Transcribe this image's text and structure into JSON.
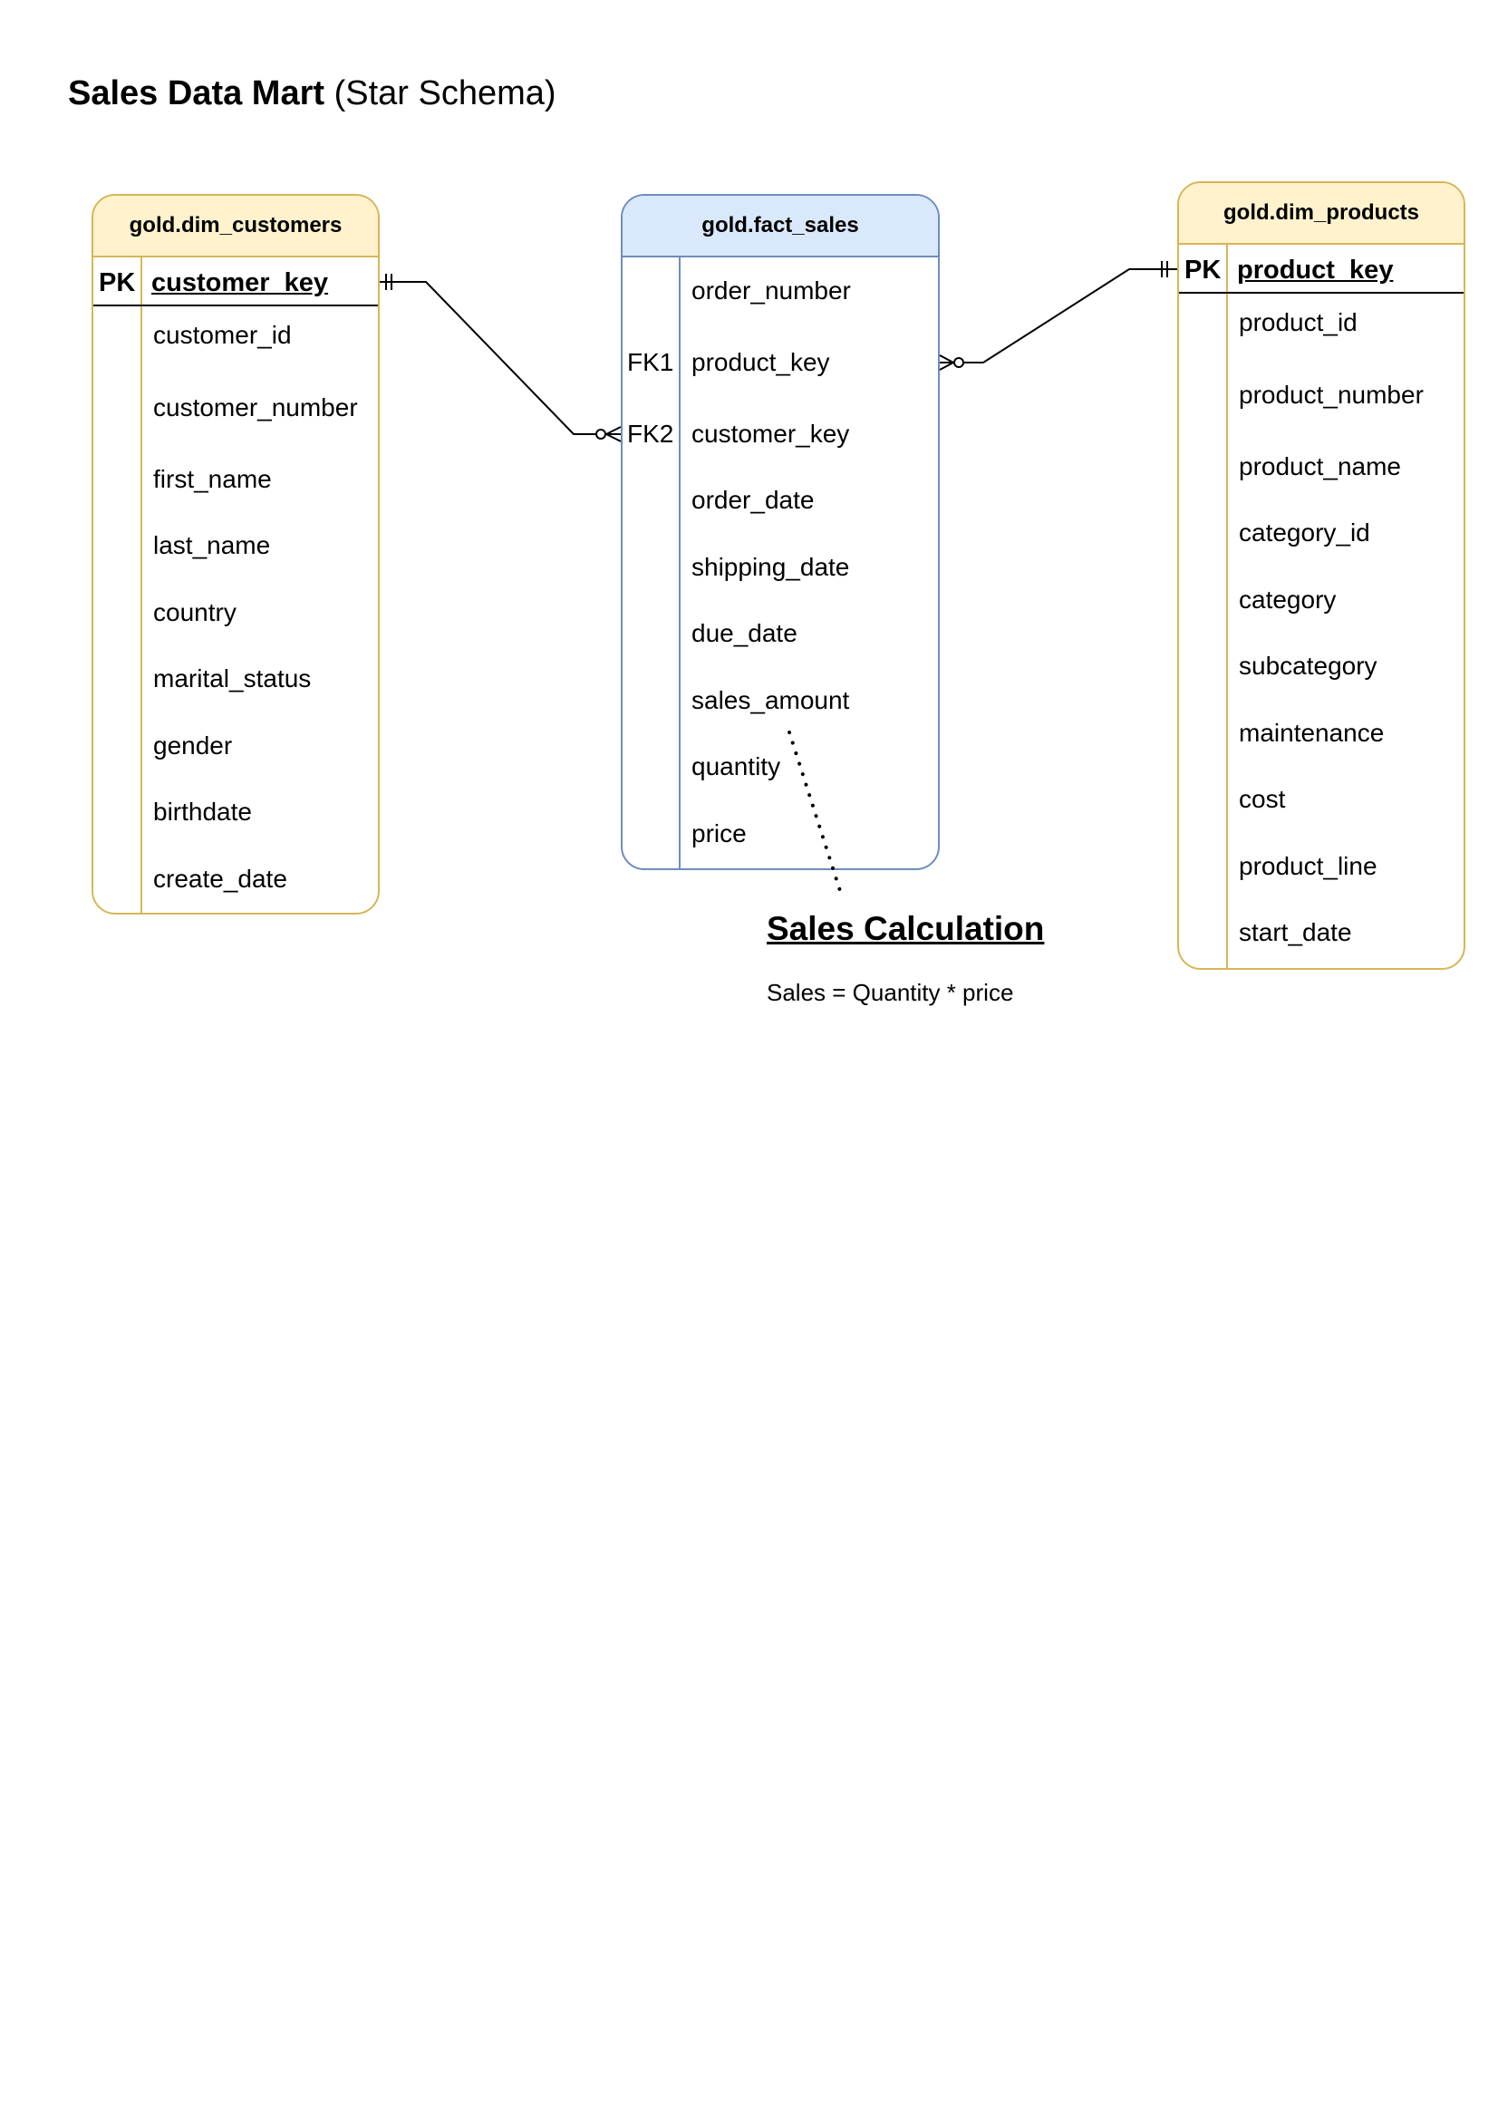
{
  "title": {
    "bold": "Sales Data Mart",
    "rest": "(Star Schema)"
  },
  "dim_customers": {
    "name": "gold.dim_customers",
    "pk_label": "PK",
    "pk_field": "customer_key",
    "fields": [
      "customer_id",
      "customer_number",
      "first_name",
      "last_name",
      "country",
      "marital_status",
      "gender",
      "birthdate",
      "create_date"
    ]
  },
  "fact_sales": {
    "name": "gold.fact_sales",
    "fields": [
      "order_number",
      "product_key",
      "customer_key",
      "order_date",
      "shipping_date",
      "due_date",
      "sales_amount",
      "quantity",
      "price"
    ],
    "fk_labels": [
      "",
      "FK1",
      "FK2",
      "",
      "",
      "",
      "",
      "",
      ""
    ]
  },
  "dim_products": {
    "name": "gold.dim_products",
    "pk_label": "PK",
    "pk_field": "product_key",
    "fields": [
      "product_id",
      "product_number",
      "product_name",
      "category_id",
      "category",
      "subcategory",
      "maintenance",
      "cost",
      "product_line",
      "start_date"
    ]
  },
  "note": {
    "title": "Sales Calculation",
    "text": "Sales = Quantity * price"
  },
  "relationships": [
    {
      "from": "gold.dim_customers.customer_key",
      "to": "gold.fact_sales.customer_key",
      "from_cardinality": "exactly-one",
      "to_cardinality": "zero-or-many"
    },
    {
      "from": "gold.dim_products.product_key",
      "to": "gold.fact_sales.product_key",
      "from_cardinality": "exactly-one",
      "to_cardinality": "zero-or-many"
    }
  ],
  "colors": {
    "dim_header_fill": "#fff2cc",
    "dim_border": "#d6b656",
    "fact_header_fill": "#dae8fc",
    "fact_border": "#6c8ebf"
  }
}
